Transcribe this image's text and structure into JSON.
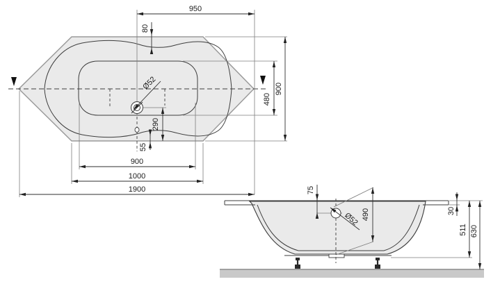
{
  "top_view": {
    "dims": {
      "half_length": "950",
      "rim_top_width": "80",
      "overall_width": "900",
      "inner_floor_width": "480",
      "drain_to_edge": "290",
      "rim_bottom_width": "55",
      "floor_length": "900",
      "bottom_edge_length": "1000",
      "overall_length": "1900",
      "drain_diameter": "Ø52"
    }
  },
  "side_view": {
    "dims": {
      "rim_to_overflow": "75",
      "overflow_diameter": "Ø52",
      "overflow_to_waste": "490",
      "rim_thickness": "30",
      "body_height": "511",
      "total_height": "630"
    }
  },
  "colors": {
    "tub_fill": "#eaeaea",
    "outline": "#3c3c3c",
    "hex_edge": "#9a9a9a",
    "floor_fill": "#c9c9c9",
    "dim_line": "#2e2e2e",
    "text": "#1c1c1c"
  }
}
